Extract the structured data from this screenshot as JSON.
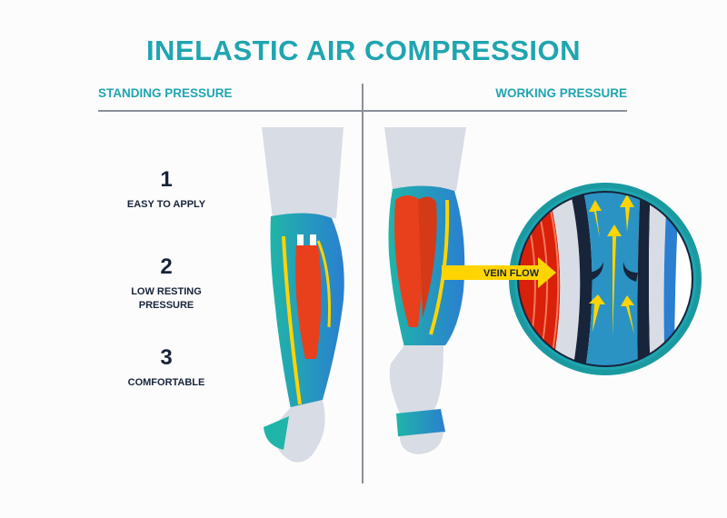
{
  "title": "INELASTIC AIR COMPRESSION",
  "headers": {
    "left": "STANDING PRESSURE",
    "right": "WORKING PRESSURE"
  },
  "steps": [
    {
      "number": "1",
      "label": "EASY TO APPLY"
    },
    {
      "number": "2",
      "label": "LOW RESTING PRESSURE"
    },
    {
      "number": "3",
      "label": "COMFORTABLE"
    }
  ],
  "callout": "VEIN FLOW",
  "colors": {
    "teal": "#1fa5b0",
    "navy": "#17243a",
    "muscle": "#e8401c",
    "yellow": "#ffd400",
    "skin": "#d8dce4",
    "blue": "#2a8fc8"
  }
}
